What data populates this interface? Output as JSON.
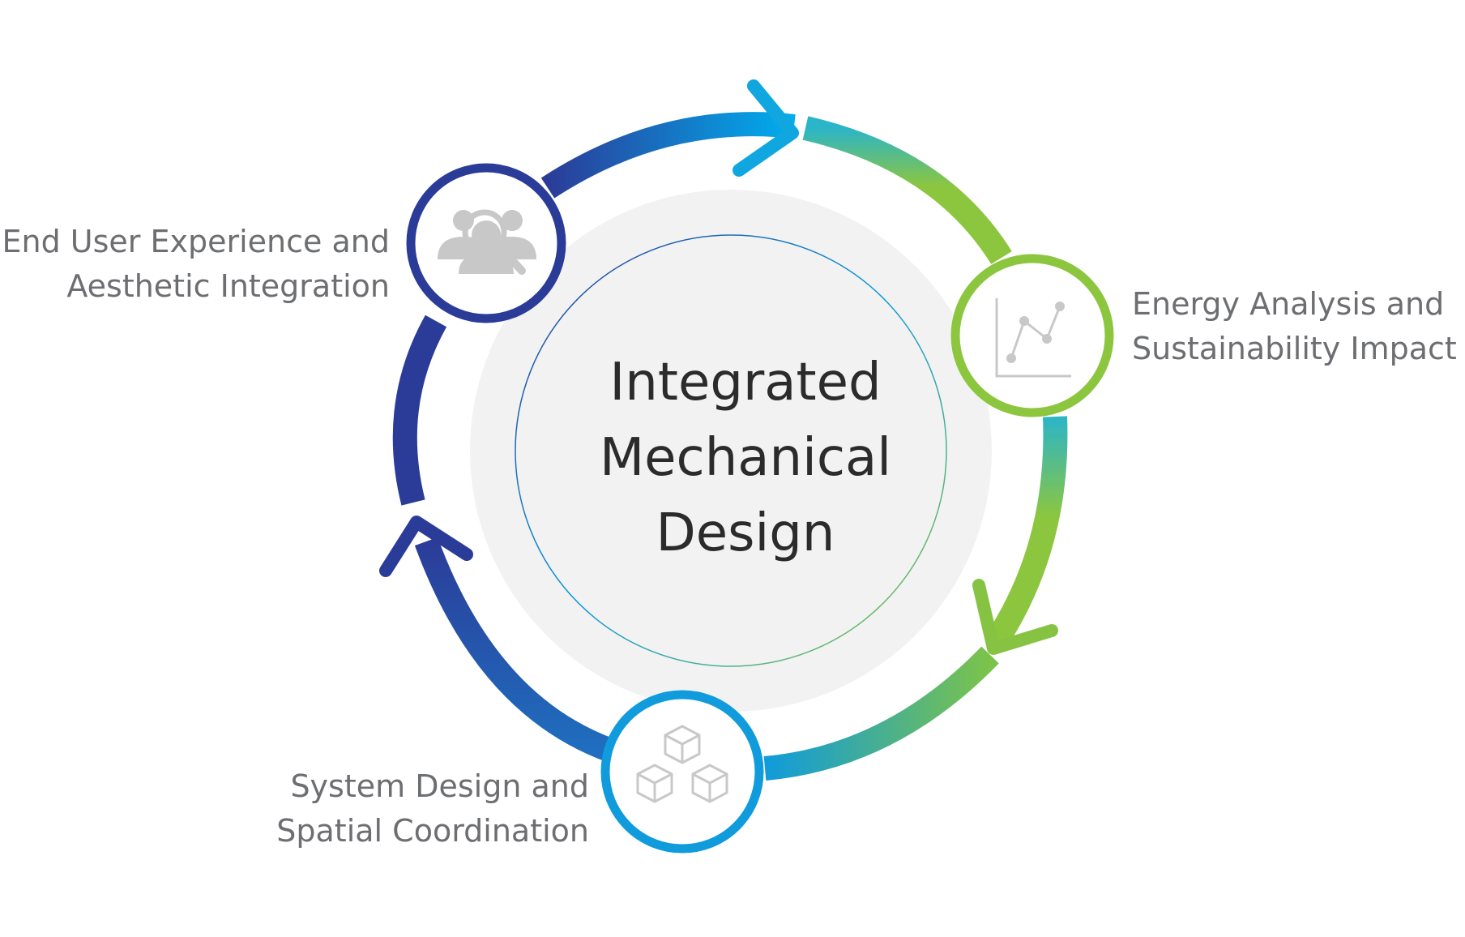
{
  "center": {
    "title_lines": [
      "Integrated",
      "Mechanical",
      "Design"
    ]
  },
  "nodes": {
    "end_user": {
      "label_lines": [
        "End User Experience and",
        "Aesthetic Integration"
      ],
      "icon": "users-search-icon",
      "ring_color": "#2b3c98"
    },
    "energy": {
      "label_lines": [
        "Energy Analysis and",
        "Sustainability Impact"
      ],
      "icon": "line-graph-icon",
      "ring_color": "#8cc63f"
    },
    "system": {
      "label_lines": [
        "System Design and",
        "Spatial Coordination"
      ],
      "icon": "stacked-cubes-icon",
      "ring_color": "#0f9bdc"
    }
  },
  "colors": {
    "navy": "#2b3c98",
    "cyan": "#00aeef",
    "teal": "#3fb8a5",
    "green": "#8cc63f",
    "label_gray": "#6d6e71",
    "icon_gray": "#c8c8c8",
    "center_fill": "#f2f2f2",
    "title_text": "#2b2b2b"
  }
}
